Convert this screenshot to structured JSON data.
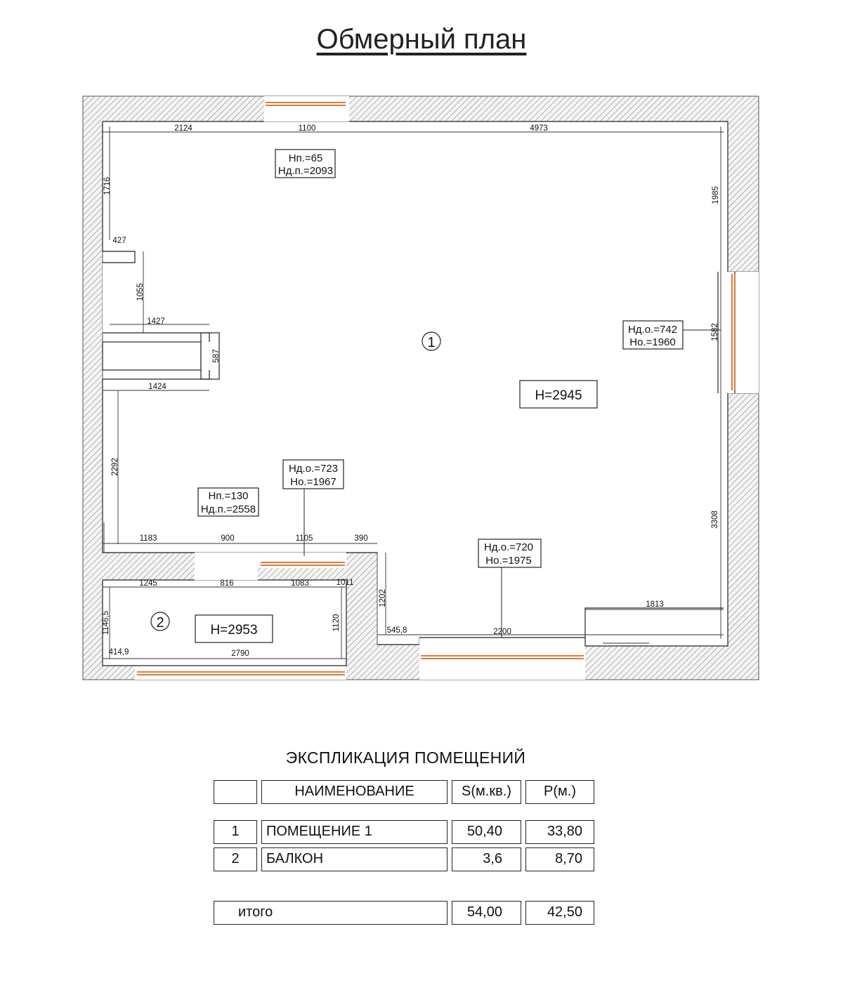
{
  "title": "Обмерный план",
  "plan": {
    "dimensions": [
      "2124",
      "1100",
      "4973",
      "1716",
      "427",
      "1055",
      "1427",
      "587",
      "1424",
      "2292",
      "1985",
      "1582",
      "3308",
      "1183",
      "900",
      "1105",
      "390",
      "1245",
      "816",
      "1083",
      "1011",
      "1202",
      "1146,5",
      "1120",
      "414,9",
      "2790",
      "545,8",
      "2200",
      "1813"
    ],
    "rooms": [
      {
        "number": "1",
        "height": "H=2945"
      },
      {
        "number": "2",
        "height": "H=2953"
      }
    ],
    "notes": {
      "n1": [
        "Нп.=65",
        "Нд.п.=2093"
      ],
      "n2": [
        "Нд.о.=742",
        "Но.=1960"
      ],
      "n3": [
        "Нд.о.=723",
        "Но.=1967"
      ],
      "n4": [
        "Нп.=130",
        "Нд.п.=2558"
      ],
      "n5": [
        "Нд.о.=720",
        "Но.=1975"
      ]
    },
    "colors": {
      "wall_hatch": "#9a9a9a",
      "opening": "#e07a3a",
      "line": "#222222"
    }
  },
  "explication": {
    "title": "ЭКСПЛИКАЦИЯ ПОМЕЩЕНИЙ",
    "headers": {
      "num": "",
      "name": "НАИМЕНОВАНИЕ",
      "area": "S(м.кв.)",
      "perimeter": "P(м.)"
    },
    "rows": [
      {
        "num": "1",
        "name": "ПОМЕЩЕНИЕ 1",
        "area": "50,40",
        "perimeter": "33,80"
      },
      {
        "num": "2",
        "name": "БАЛКОН",
        "area": "3,6",
        "perimeter": "8,70"
      }
    ],
    "total": {
      "label": "итого",
      "area": "54,00",
      "perimeter": "42,50"
    }
  }
}
